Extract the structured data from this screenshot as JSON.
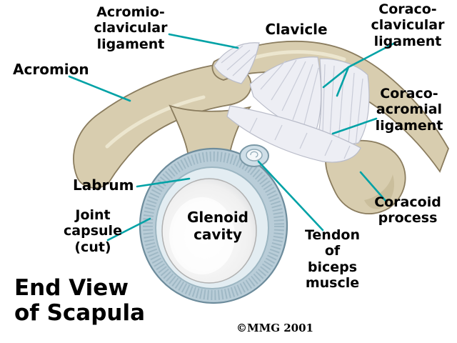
{
  "labels": {
    "acromioclavicular": "Acromio-\nclavicular\nligament",
    "clavicle": "Clavicle",
    "coracoclavicular": "Coraco-\nclavicular\nligament",
    "acromion": "Acromion",
    "coracoacromial": "Coraco-\nacromial\nligament",
    "labrum": "Labrum",
    "joint_capsule": "Joint\ncapsule\n(cut)",
    "glenoid_cavity": "Glenoid\ncavity",
    "tendon_of_biceps": "Tendon\nof\nbiceps\nmuscle",
    "coracoid_process": "Coracoid\nprocess"
  },
  "title": "End View\nof Scapula",
  "copyright": "©MMG 2001",
  "colors": {
    "leader_line": "#00A2A6",
    "bone": "#D8CDAF",
    "ligament": "#EDEEF4",
    "capsule": "#B9CDD8",
    "text": "#000000"
  }
}
